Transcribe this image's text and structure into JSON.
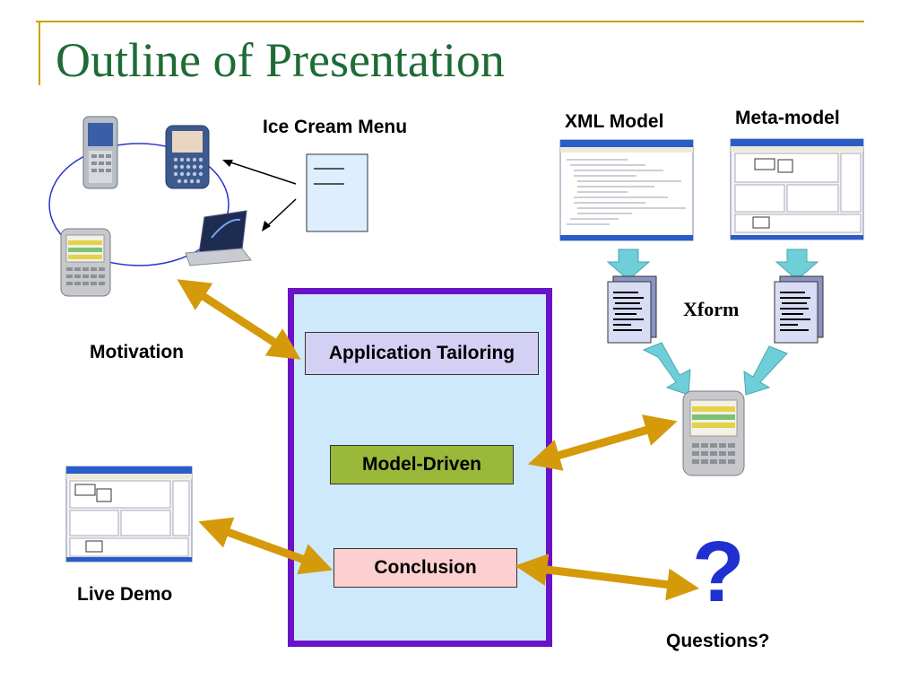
{
  "slide": {
    "title": "Outline of Presentation",
    "accent_color": "#c9a100",
    "title_color": "#1e6b36"
  },
  "labels": {
    "ice_cream_menu": "Ice Cream Menu",
    "xml_model": "XML Model",
    "meta_model": "Meta-model",
    "xform": "Xform",
    "motivation": "Motivation",
    "live_demo": "Live Demo",
    "questions": "Questions?",
    "question_mark": "?"
  },
  "outline": {
    "items": [
      {
        "label": "Application Tailoring",
        "color": "#d4d0f4"
      },
      {
        "label": "Model-Driven",
        "color": "#9ab83a"
      },
      {
        "label": "Conclusion",
        "color": "#fccfd0"
      }
    ],
    "frame_color": "#6a12c8",
    "fill_color": "#cde9fb"
  },
  "colors": {
    "arrow": "#d49a0a",
    "cyan_arrow": "#6fcfd8",
    "ring": "#2a35c8"
  }
}
